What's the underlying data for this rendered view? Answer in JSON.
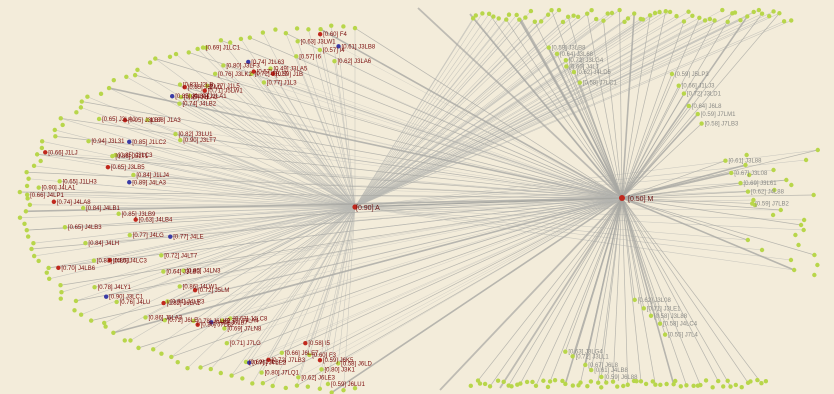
{
  "graph": {
    "hub_left": {
      "label": "[0.90] A"
    },
    "hub_right": {
      "label": "[0.50] M"
    },
    "colors": {
      "background": "#f3ecda",
      "edge": "#b9b9b4",
      "edge_strong": "#a7a7a2",
      "node_green": "#b8d64a",
      "node_red": "#c0281d",
      "node_blue": "#3b3ba6",
      "label_red": "#7a0c0c",
      "label_gray": "#8a8a86"
    },
    "labels_left": [
      "[0.61] J3LB8",
      "[0.62] J3LA6",
      "[0.57] I4",
      "[0.60] F4",
      "[0.57] I6",
      "[0.63] J3LW1",
      "[0.59] J1B",
      "[0.49] J3LA5",
      "[0.72] J1L15",
      "[0.74] J1L63",
      "[0.77] J1L3",
      "[0.69] J1LC1",
      "[0.57] I2",
      "[0.83] J2LB",
      "[0.76] J3LK2",
      "[0.85] J3LM1",
      "[0.80] J3LF3",
      "[0.84] J1LA1",
      "[0.85] J1LC4",
      "[0.77] J1L5",
      "[0.74] J4LB2",
      "[0.71] J5LW1",
      "[0.85] J1LA3",
      "[0.88] J1A3",
      "[0.95] J3LB7",
      "[0.65] J3LA1",
      "[0.82] J3LU1",
      "[0.85] J1LC2",
      "[0.90] J3LT7",
      "[0.94] J3L31",
      "[0.66] J1LJ",
      "[0.85] J3LC3",
      "[0.86] J5LT1",
      "[0.65] J3LB5",
      "[0.84] J1LJ4",
      "[0.65] J1LH3",
      "[0.89] J4LA3",
      "[0.90] J4LA1",
      "[0.66] J4LP1",
      "[0.74] J4LA8",
      "[0.84] J4LB1",
      "[0.85] J3LB9",
      "[0.63] J4LB4",
      "[0.65] J4LB3",
      "[0.77] J4LG",
      "[0.77] J4LE",
      "[0.84] J4LH",
      "[0.72] J4LT7",
      "[0.80] J4LC3",
      "[0.83] J4L51",
      "[0.64] J3LB3",
      "[0.70] J4LB6",
      "[0.80] J4LN3",
      "[0.78] J4LY1",
      "[0.90] J3LC1",
      "[0.84] J4LR3",
      "[0.86] J4LW1",
      "[0.72] J5LM",
      "[0.86] J5LA3",
      "[0.76] J4LU",
      "[0.82] J6LA1",
      "[0.78] J6LK2",
      "[0.75] J7LA4",
      "[0.80] J6LB7",
      "[0.72] J6LE",
      "[0.63] J4LC8",
      "[0.80] J7LB2",
      "[0.69] J7LN8",
      "[0.71] J7LG",
      "[0.72] J7LB3",
      "[0.69] J7L8",
      "[0.80] J7LQ1",
      "[0.76] J7LE2",
      "[0.66] J6LE7",
      "[0.62] J6LE3",
      "[0.58] I5",
      "[0.60] F3",
      "[0.80] J3K1",
      "[0.59] J6K5",
      "[0.59] J6LU1",
      "[0.58] J6LD"
    ],
    "labels_right": [
      "[0.59] J3LB8",
      "[0.59] J5LP3",
      "[0.61] J3L88",
      "[0.62] J3L08",
      "[0.63] J3LG4",
      "[0.64] J3L68",
      "[0.66] J1LJ3",
      "[0.67] J3L08",
      "[0.71] J3LE1",
      "[0.72] J3LL1",
      "[0.72] J3LG4",
      "[0.72] J3LD1",
      "[0.69] J3L61",
      "[0.58] J3L88",
      "[0.67] J6L8",
      "[0.66] J4LJ",
      "[0.64] J6L8",
      "[0.62] J4L88",
      "[0.58] J4LC4",
      "[0.61] J4LB8",
      "[0.62] J4LD5",
      "[0.59] J7LM1",
      "[0.59] J7LB2",
      "[0.55] J7L4",
      "[0.59] J6L88",
      "[0.58] J7LC1",
      "[0.58] J7LB3"
    ]
  }
}
